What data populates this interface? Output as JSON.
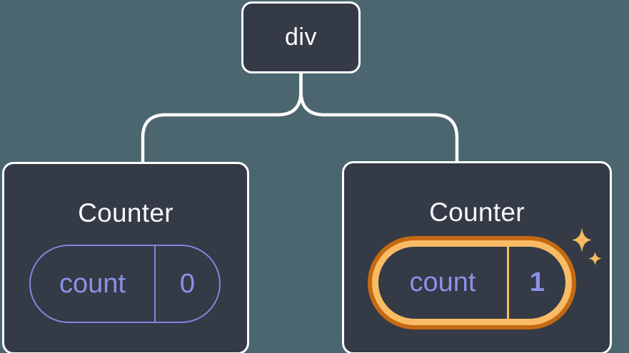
{
  "diagram": {
    "description": "Component tree diagram: a div root with two Counter children showing preserved state",
    "root": {
      "label": "div"
    },
    "children": [
      {
        "title": "Counter",
        "state": {
          "key": "count",
          "value": "0"
        },
        "highlighted": false
      },
      {
        "title": "Counter",
        "state": {
          "key": "count",
          "value": "1"
        },
        "highlighted": true
      }
    ]
  },
  "colors": {
    "background": "#4B666F",
    "node_fill": "#343A46",
    "node_border": "#FFFFFF",
    "title_text": "#F6F7F9",
    "state_purple": "#8B92E5",
    "pill_outline_purple": "#7F88DE",
    "highlight_orange_dark": "#C56A12",
    "highlight_orange_light": "#F9BC64",
    "sparkle": "#F7BA5D"
  },
  "icons": {
    "sparkles": "four-point sparkle stars marking newly created state"
  }
}
